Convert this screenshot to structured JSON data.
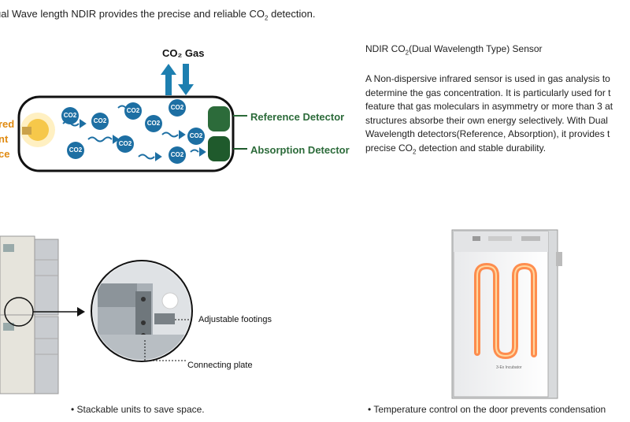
{
  "intro": {
    "text_pre": "ual Wave length NDIR provides the precise and reliable CO",
    "sub": "2",
    "text_post": " detection."
  },
  "diagram": {
    "gas_label": "CO₂ Gas",
    "reference_detector": "Reference Detector",
    "absorption_detector": "Absorption Detector",
    "light_source_lines": [
      "red",
      "nt",
      "ce"
    ],
    "molecule_label": "CO2",
    "colors": {
      "chamber_border": "#111111",
      "molecule": "#1d6fa3",
      "detector": "#2c6b3a",
      "arrow": "#1d7fb0",
      "light": "#e08a10"
    }
  },
  "sensor": {
    "title_pre": "NDIR CO",
    "title_sub": "2",
    "title_post": "(Dual Wavelength Type) Sensor",
    "lines": [
      "A Non-dispersive infrared sensor is used in gas analysis to",
      "determine the gas concentration. It is particularly used for t",
      "feature that gas moleculars in asymmetry or more than 3 at",
      "structures absorbe their own energy selectively. With Dual",
      "Wavelength detectors(Reference, Absorption), it provides t"
    ],
    "last_pre": "precise CO",
    "last_sub": "2",
    "last_post": " detection and stable durability."
  },
  "stack": {
    "adjustable_footings": "Adjustable footings",
    "connecting_plate": "Connecting plate",
    "caption": "• Stackable units to save space."
  },
  "door": {
    "brand_mark": "3-Ex Incubator",
    "caption": "• Temperature control on the door prevents condensation"
  }
}
